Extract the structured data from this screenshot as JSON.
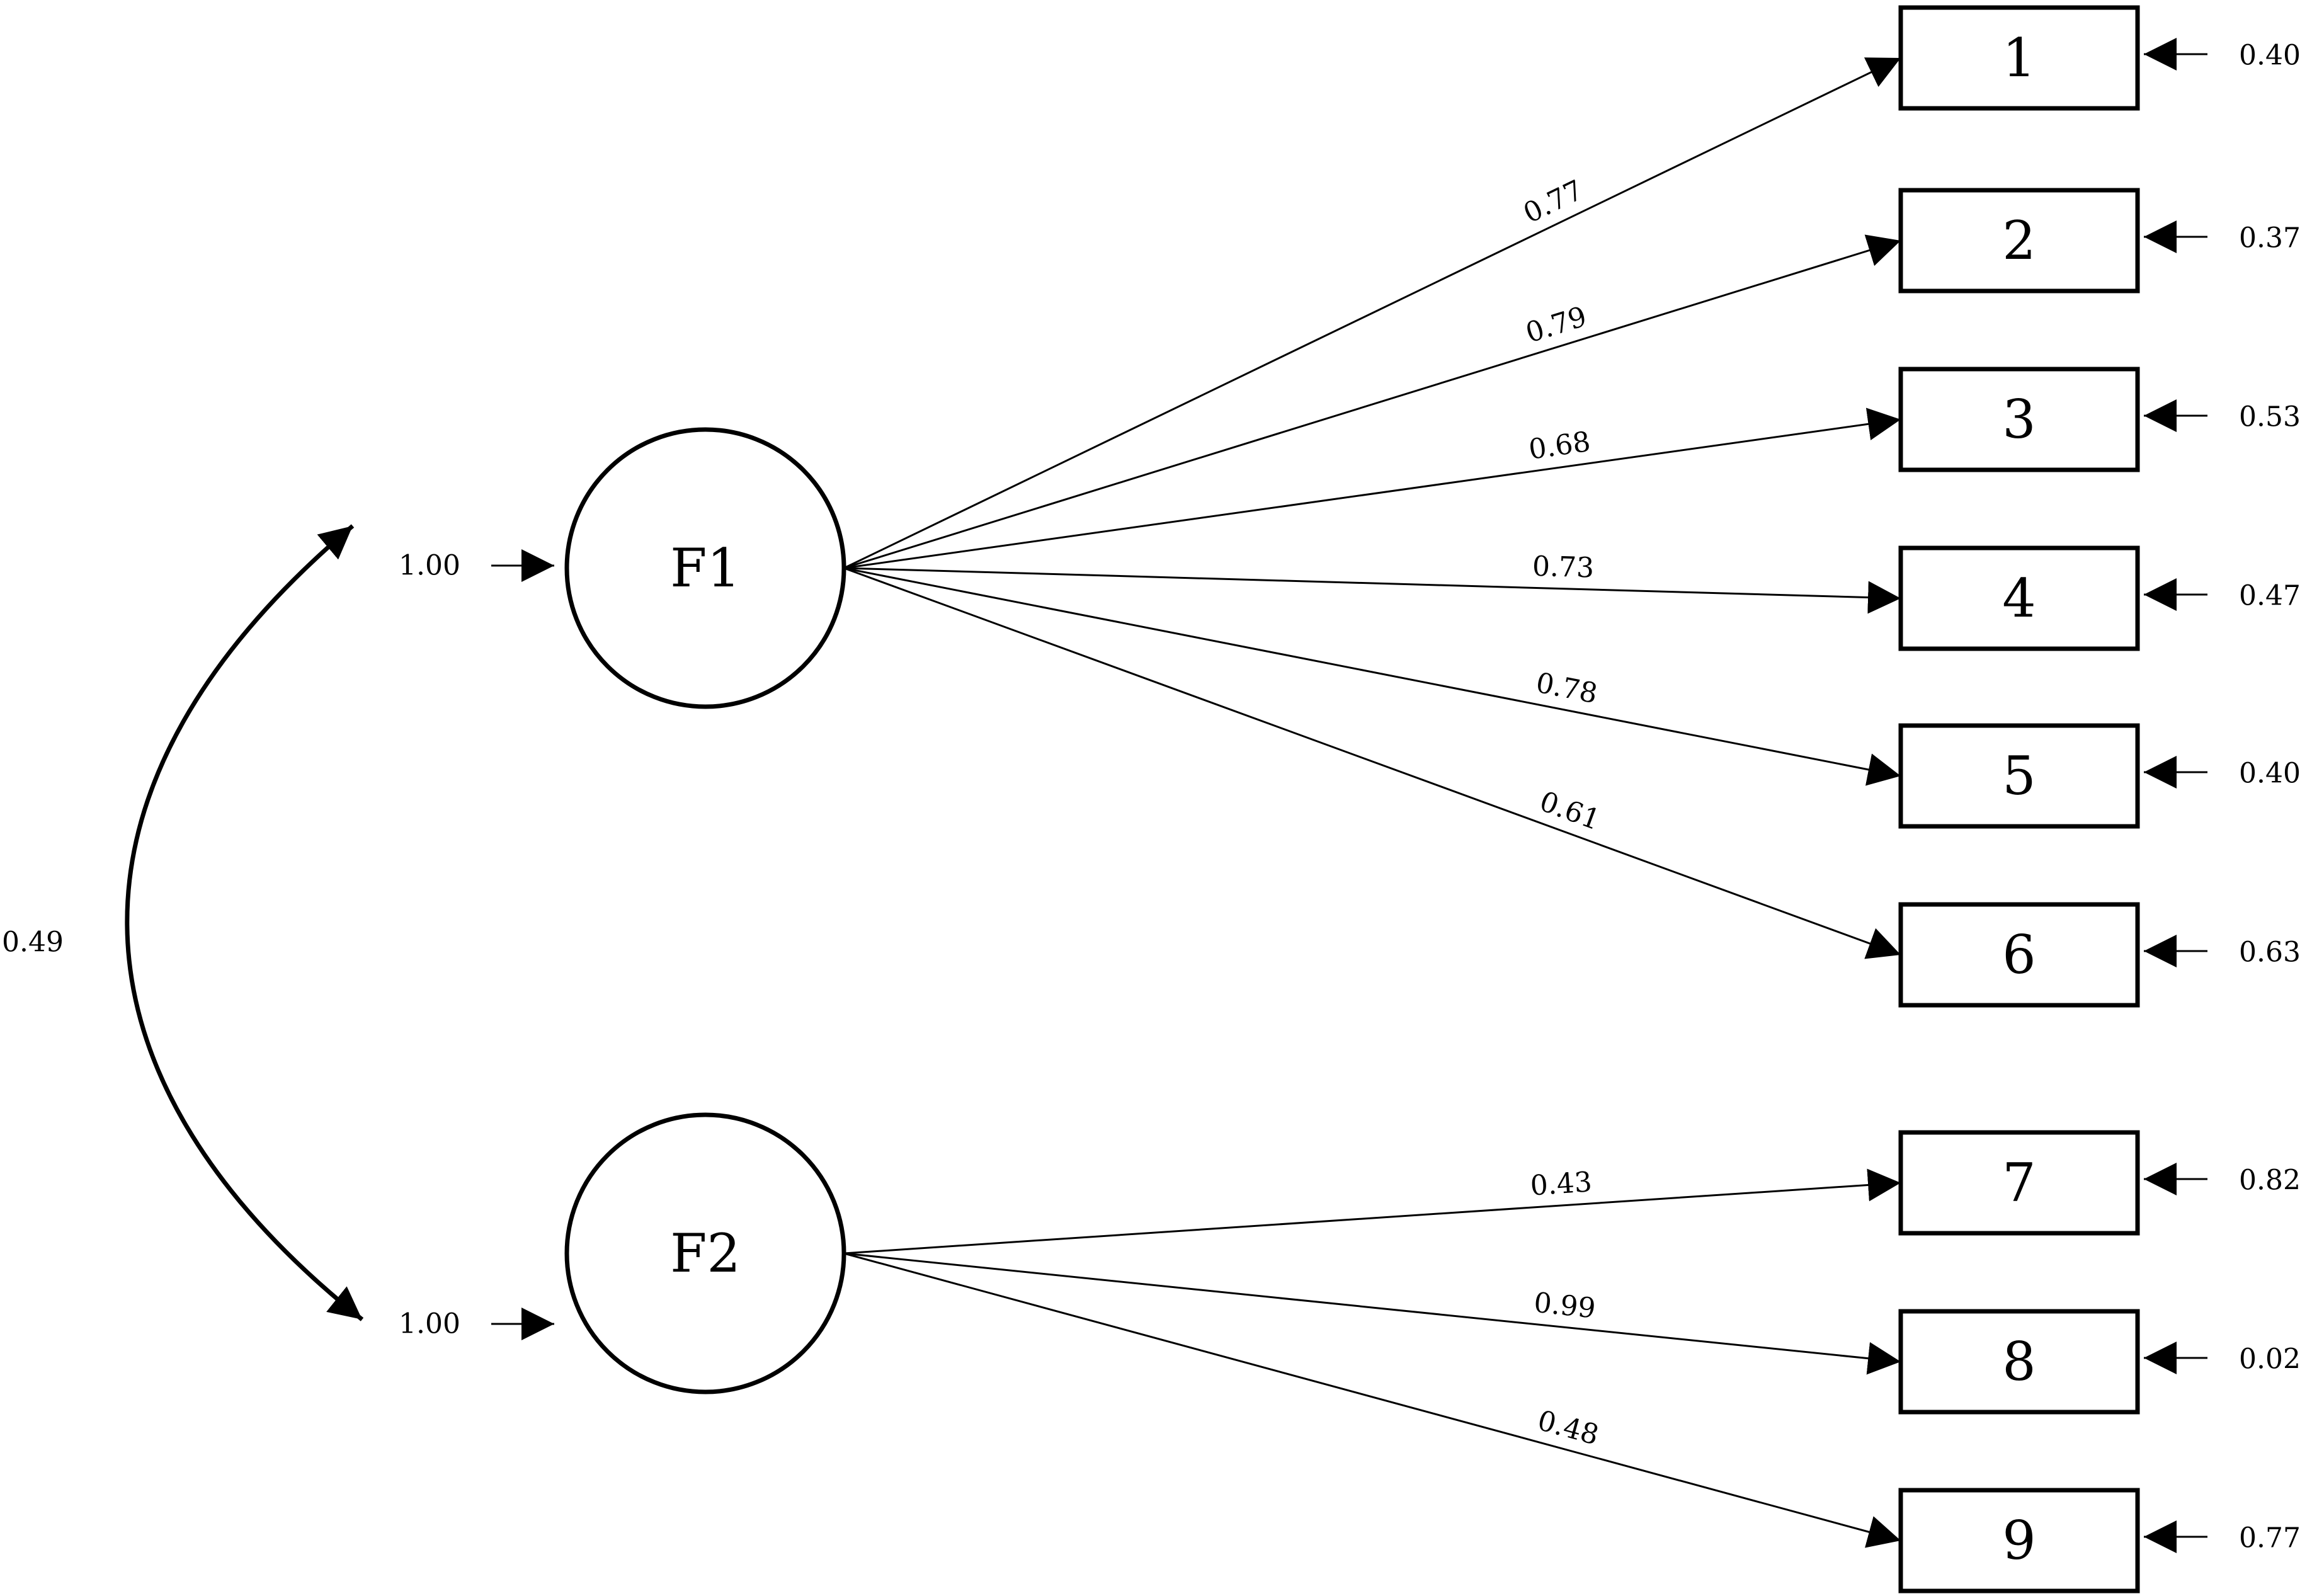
{
  "factors": [
    {
      "id": "F1",
      "label": "F1",
      "variance": "1.00"
    },
    {
      "id": "F2",
      "label": "F2",
      "variance": "1.00"
    }
  ],
  "correlation": {
    "from": "F1",
    "to": "F2",
    "value": "0.49"
  },
  "indicators": [
    {
      "label": "1",
      "factor": "F1",
      "loading": "0.77",
      "error": "0.40"
    },
    {
      "label": "2",
      "factor": "F1",
      "loading": "0.79",
      "error": "0.37"
    },
    {
      "label": "3",
      "factor": "F1",
      "loading": "0.68",
      "error": "0.53"
    },
    {
      "label": "4",
      "factor": "F1",
      "loading": "0.73",
      "error": "0.47"
    },
    {
      "label": "5",
      "factor": "F1",
      "loading": "0.78",
      "error": "0.40"
    },
    {
      "label": "6",
      "factor": "F1",
      "loading": "0.61",
      "error": "0.63"
    },
    {
      "label": "7",
      "factor": "F2",
      "loading": "0.43",
      "error": "0.82"
    },
    {
      "label": "8",
      "factor": "F2",
      "loading": "0.99",
      "error": "0.02"
    },
    {
      "label": "9",
      "factor": "F2",
      "loading": "0.48",
      "error": "0.77"
    }
  ]
}
